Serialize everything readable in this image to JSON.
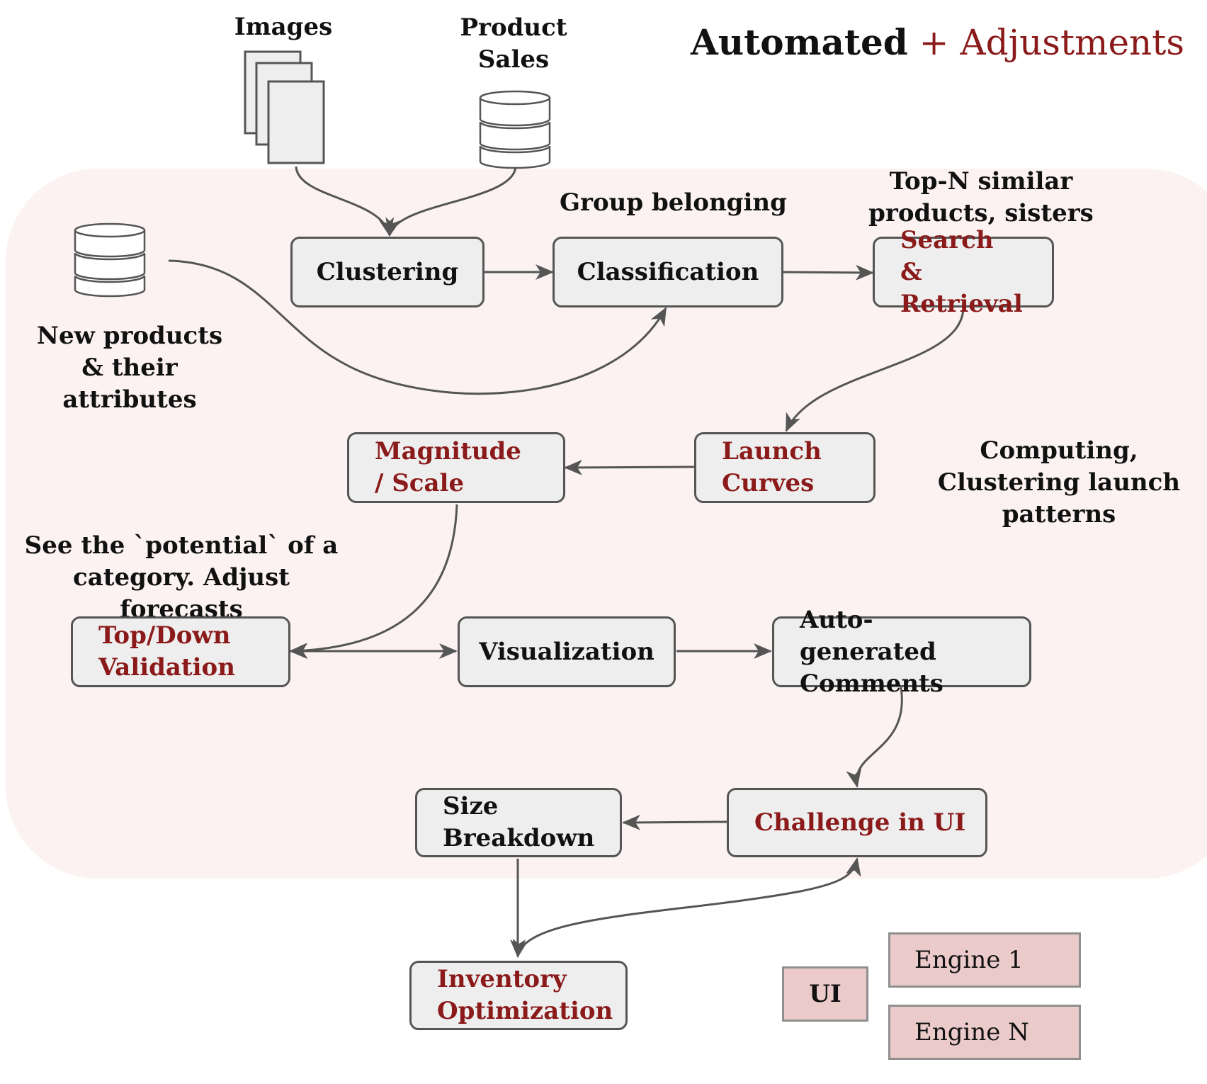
{
  "title": {
    "automated": "Automated",
    "adjustments": "+ Adjustments"
  },
  "sources": {
    "images": "Images",
    "product_sales": "Product Sales",
    "new_products": "New products & their attributes"
  },
  "annotations": {
    "group_belonging": "Group belonging",
    "top_n": "Top-N similar products, sisters ...",
    "computing": "Computing, Clustering launch patterns",
    "potential": "See the `potential` of a category. Adjust forecasts"
  },
  "nodes": {
    "clustering": "Clustering",
    "classification": "Classification",
    "search_retrieval": "Search & Retrieval",
    "launch_curves": "Launch Curves",
    "magnitude_scale": "Magnitude / Scale",
    "top_down_validation": "Top/Down Validation",
    "visualization": "Visualization",
    "auto_comments": "Auto-generated Comments",
    "challenge_ui": "Challenge in UI",
    "size_breakdown": "Size Breakdown",
    "inventory_optimization": "Inventory Optimization"
  },
  "legend": {
    "ui": "UI",
    "engine_1": "Engine 1",
    "engine_n": "Engine N"
  },
  "colors": {
    "region_bg": "#fcf2f2",
    "engine_text": "#8b1a1a",
    "box_fill": "#eeeeee",
    "legend_fill": "#ebcaca",
    "edge": "#555555"
  }
}
